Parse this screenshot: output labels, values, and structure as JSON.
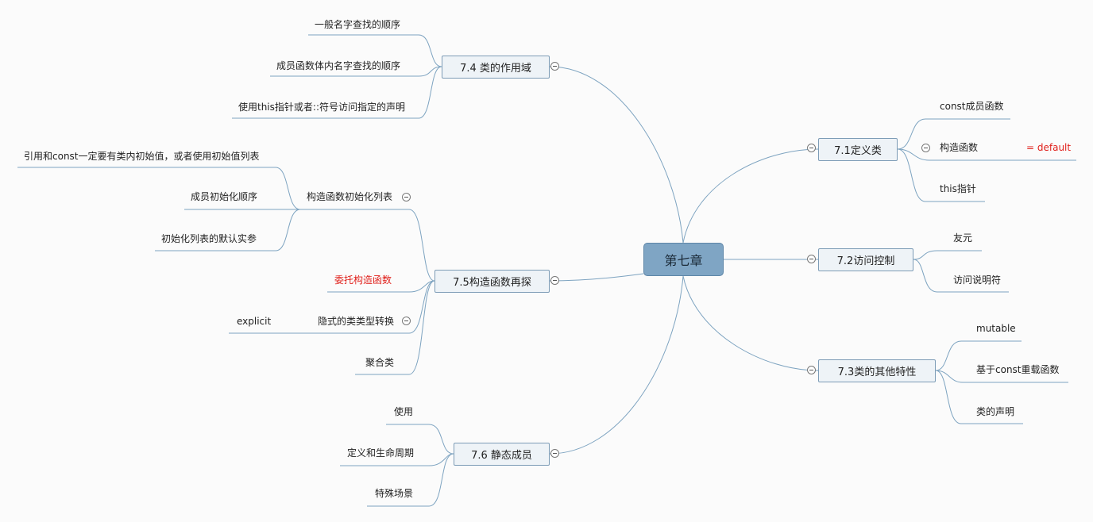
{
  "root": {
    "label": "第七章"
  },
  "topics": {
    "t71": {
      "label": "7.1定义类",
      "children": [
        "const成员函数",
        "构造函数",
        "this指针"
      ],
      "note": "= default"
    },
    "t72": {
      "label": "7.2访问控制",
      "children": [
        "友元",
        "访问说明符"
      ]
    },
    "t73": {
      "label": "7.3类的其他特性",
      "children": [
        "mutable",
        "基于const重载函数",
        "类的声明"
      ]
    },
    "t74": {
      "label": "7.4 类的作用域",
      "children": [
        "一般名字查找的顺序",
        "成员函数体内名字查找的顺序",
        "使用this指针或者::符号访问指定的声明"
      ]
    },
    "t75": {
      "label": "7.5构造函数再探",
      "init": {
        "label": "构造函数初始化列表",
        "children": [
          "引用和const一定要有类内初始值，或者使用初始值列表",
          "成员初始化顺序",
          "初始化列表的默认实参"
        ]
      },
      "delegating": "委托构造函数",
      "implicit": {
        "label": "隐式的类类型转换",
        "child": "explicit"
      },
      "aggregate": "聚合类"
    },
    "t76": {
      "label": "7.6 静态成员",
      "children": [
        "使用",
        "定义和生命周期",
        "特殊场景"
      ]
    }
  },
  "colors": {
    "line": "#7da3c0",
    "accent_red": "#e0201b",
    "root_fill": "#7fa5c4",
    "topic_fill": "#eef3f7"
  }
}
